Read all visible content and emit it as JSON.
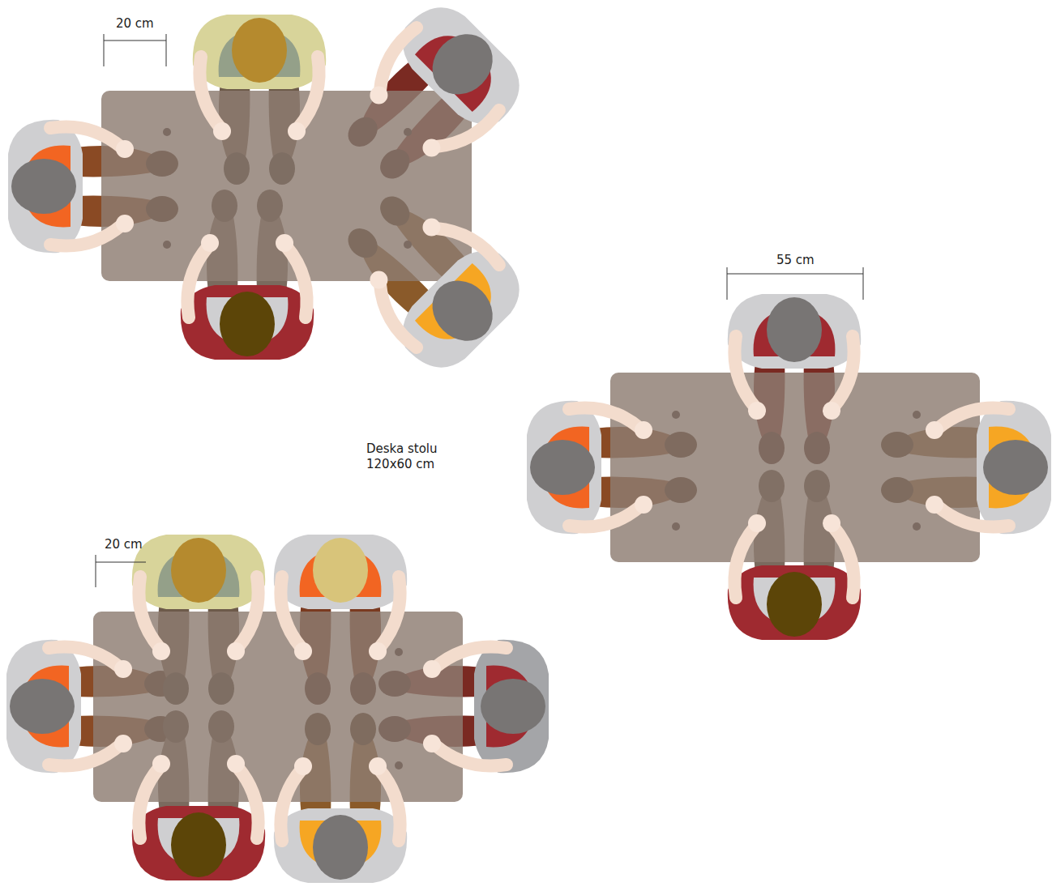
{
  "diagram": {
    "labels": [
      "20 cm",
      "55 cm",
      "Deska stolu 120x60 cm",
      "20 cm"
    ]
  }
}
